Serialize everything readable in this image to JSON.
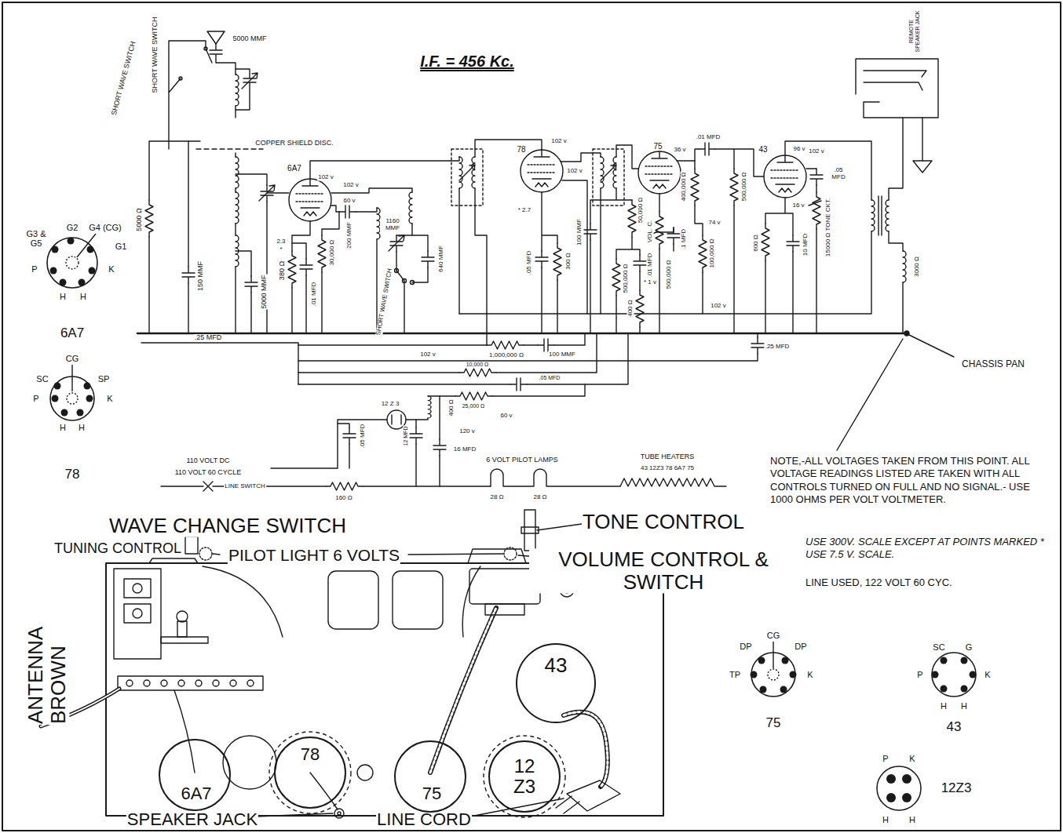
{
  "diagram": {
    "title": "I.F. = 456 Kc.",
    "nodes": [
      {
        "text": [
          "G2",
          "G3 & G5",
          "G4 (CG)",
          "G1",
          "P",
          "K",
          "H",
          "H",
          "6A7"
        ]
      },
      {
        "text": [
          "CG",
          "SC",
          "SP",
          "P",
          "K",
          "H",
          "H",
          "78"
        ]
      },
      {
        "text": [
          "CG",
          "DP",
          "DP",
          "TP",
          "K",
          "75"
        ]
      },
      {
        "text": [
          "SC",
          "G",
          "P",
          "K",
          "H",
          "H",
          "43"
        ]
      },
      {
        "text": [
          "P",
          "K",
          "H",
          "H",
          "12Z3"
        ]
      },
      {
        "text": [
          "6A7"
        ]
      },
      {
        "text": [
          "78"
        ]
      },
      {
        "text": [
          "75"
        ]
      },
      {
        "text": [
          "12 Z3"
        ]
      },
      {
        "text": [
          "43"
        ]
      }
    ],
    "labels": [
      "5000 MMF",
      "SHORT WAVE SWITCH",
      "SHORT WAVE SWITCH",
      "COPPER SHIELD DISC.",
      "6A7",
      "102 v",
      "60 v",
      "102 v",
      "5000 Ω",
      "150 MMF",
      "5000 MMF",
      "380 Ω",
      "2.3",
      "*",
      ".01 MFD",
      "30,000 Ω",
      "200 MMF",
      "SHORT WAVE SWITCH",
      "1160 MMF",
      "640 MMF",
      ".25 MFD",
      "78",
      "102 v",
      "102 v",
      "* 2.7",
      ".05 MFD",
      "300 Ω",
      "100 MMF",
      "50,000 Ω",
      "500,000 Ω",
      ".01 MFD",
      "* 1 v",
      "400 Ω",
      "75",
      "36 v",
      ".01 MFD",
      "VOL. C.",
      "500,000 Ω",
      ".1 MFD",
      "400,000 Ω",
      "74 v",
      "100,000 Ω",
      "500,000 Ω",
      "102 v",
      "43",
      "96 v",
      "102 v",
      ".05 MFD",
      "15000 Ω TONE CKT.",
      "16 v",
      "600 Ω",
      "10 MFD",
      "REMOTE SPEAKER JACK",
      "3000 Ω",
      "CHASSIS PAN",
      ".25 MFD",
      "100 MMF",
      "1,000,000 Ω",
      "10,000 Ω",
      ".05 MFD",
      "25,000 Ω",
      "60 v",
      "102 v",
      "12 Z 3",
      "12 MFD",
      "400 Ω",
      "120 v",
      "16 MFD",
      ".05 MFD",
      "110 VOLT DC",
      "110 VOLT 60 CYCLE",
      "LINE SWITCH",
      "160 Ω",
      "6 VOLT PILOT LAMPS",
      "28 Ω",
      "28 Ω",
      "TUBE HEATERS",
      "43 12Z3 78 6A7 75",
      "NOTE,-ALL VOLTAGES TAKEN FROM THIS POINT. ALL VOLTAGE READINGS LISTED ARE TAKEN WITH ALL CONTROLS TURNED ON FULL AND NO SIGNAL.- USE 1000 OHMS PER VOLT VOLTMETER.",
      "USE 300V. SCALE EXCEPT AT POINTS MARKED * USE 7.5 V. SCALE.",
      "LINE USED, 122 VOLT 60 CYC.",
      "WAVE CHANGE SWITCH",
      "TUNING CONTROL",
      "PILOT LIGHT 6 VOLTS",
      "TONE CONTROL",
      "VOLUME CONTROL & SWITCH",
      "ANTENNA BROWN",
      "SPEAKER JACK",
      "LINE CORD"
    ]
  }
}
